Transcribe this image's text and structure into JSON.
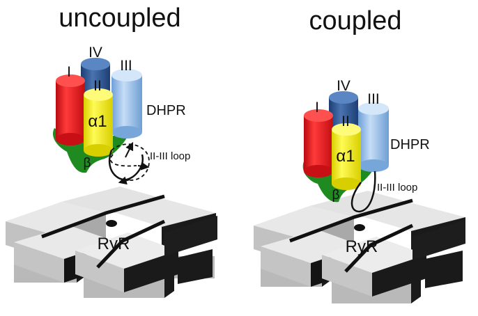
{
  "titles": {
    "left": "uncoupled",
    "right": "coupled"
  },
  "labels": {
    "domain_1": "I",
    "domain_2": "II",
    "domain_3": "III",
    "domain_4": "IV",
    "alpha1": "α1",
    "beta": "β",
    "dhpr": "DHPR",
    "loop": "II-III loop",
    "ryr": "RyR"
  },
  "colors": {
    "domain_1": "#e8131b",
    "domain_2": "#f5ee08",
    "domain_3": "#8cb9e8",
    "domain_4": "#27508f",
    "beta": "#1f8a1f",
    "ryr_top": "#e4e4e4",
    "ryr_side": "#b9b9b9",
    "ryr_dark": "#1a1a1a"
  }
}
